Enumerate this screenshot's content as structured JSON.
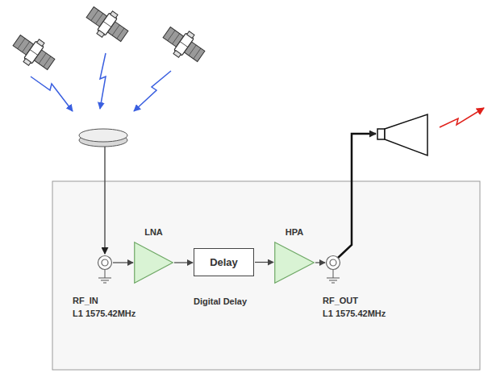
{
  "diagram": {
    "nodes": [
      {
        "text": [
          "RF_IN",
          "L1 1575.42MHz"
        ]
      },
      {
        "text": [
          "LNA"
        ]
      },
      {
        "text": [
          "Delay"
        ]
      },
      {
        "text": [
          "HPA"
        ]
      },
      {
        "text": [
          "RF_OUT",
          "L1 1575.42MHz"
        ]
      }
    ],
    "edges": [
      {
        "from": 0,
        "to": 1,
        "arrow": "to"
      },
      {
        "from": 1,
        "to": 2,
        "arrow": "to"
      },
      {
        "from": 2,
        "to": 3,
        "arrow": "to"
      },
      {
        "from": 3,
        "to": 4,
        "arrow": "to"
      }
    ],
    "labels": [
      "Digital Delay"
    ]
  }
}
